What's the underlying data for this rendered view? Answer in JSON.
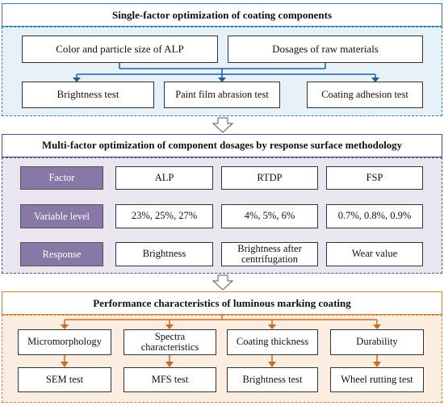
{
  "section1": {
    "title": "Single-factor optimization of coating components",
    "inputs": [
      "Color and particle size of ALP",
      "Dosages of  raw materials"
    ],
    "tests": [
      "Brightness test",
      "Paint film abrasion test",
      "Coating adhesion test"
    ],
    "colors": {
      "border": "#2f7fb8",
      "fill": "#e6f2f8",
      "arrow": "#1f5f9f"
    }
  },
  "section2": {
    "title": "Multi-factor optimization of component dosages by response surface methodology",
    "rows": [
      {
        "label": "Factor",
        "cells": [
          "ALP",
          "RTDP",
          "FSP"
        ]
      },
      {
        "label": "Variable level",
        "cells": [
          "23%, 25%, 27%",
          "4%, 5%, 6%",
          "0.7%, 0.8%, 0.9%"
        ]
      },
      {
        "label": "Response",
        "cells": [
          "Brightness",
          "Brightness after centrifugation",
          "Wear value"
        ]
      }
    ],
    "colors": {
      "border": "#5b4a86",
      "fill": "#e9e6f0",
      "label": "#8878a8"
    }
  },
  "section3": {
    "title": "Performance characteristics of luminous marking coating",
    "characteristics": [
      "Micromorphology",
      "Spectra characteristics",
      "Coating thickness",
      "Durability"
    ],
    "tests": [
      "SEM test",
      "MFS test",
      "Brightness test",
      "Wheel rutting test"
    ],
    "colors": {
      "border": "#d7822e",
      "fill": "#fbeee0",
      "arrow": "#d2691e"
    }
  }
}
